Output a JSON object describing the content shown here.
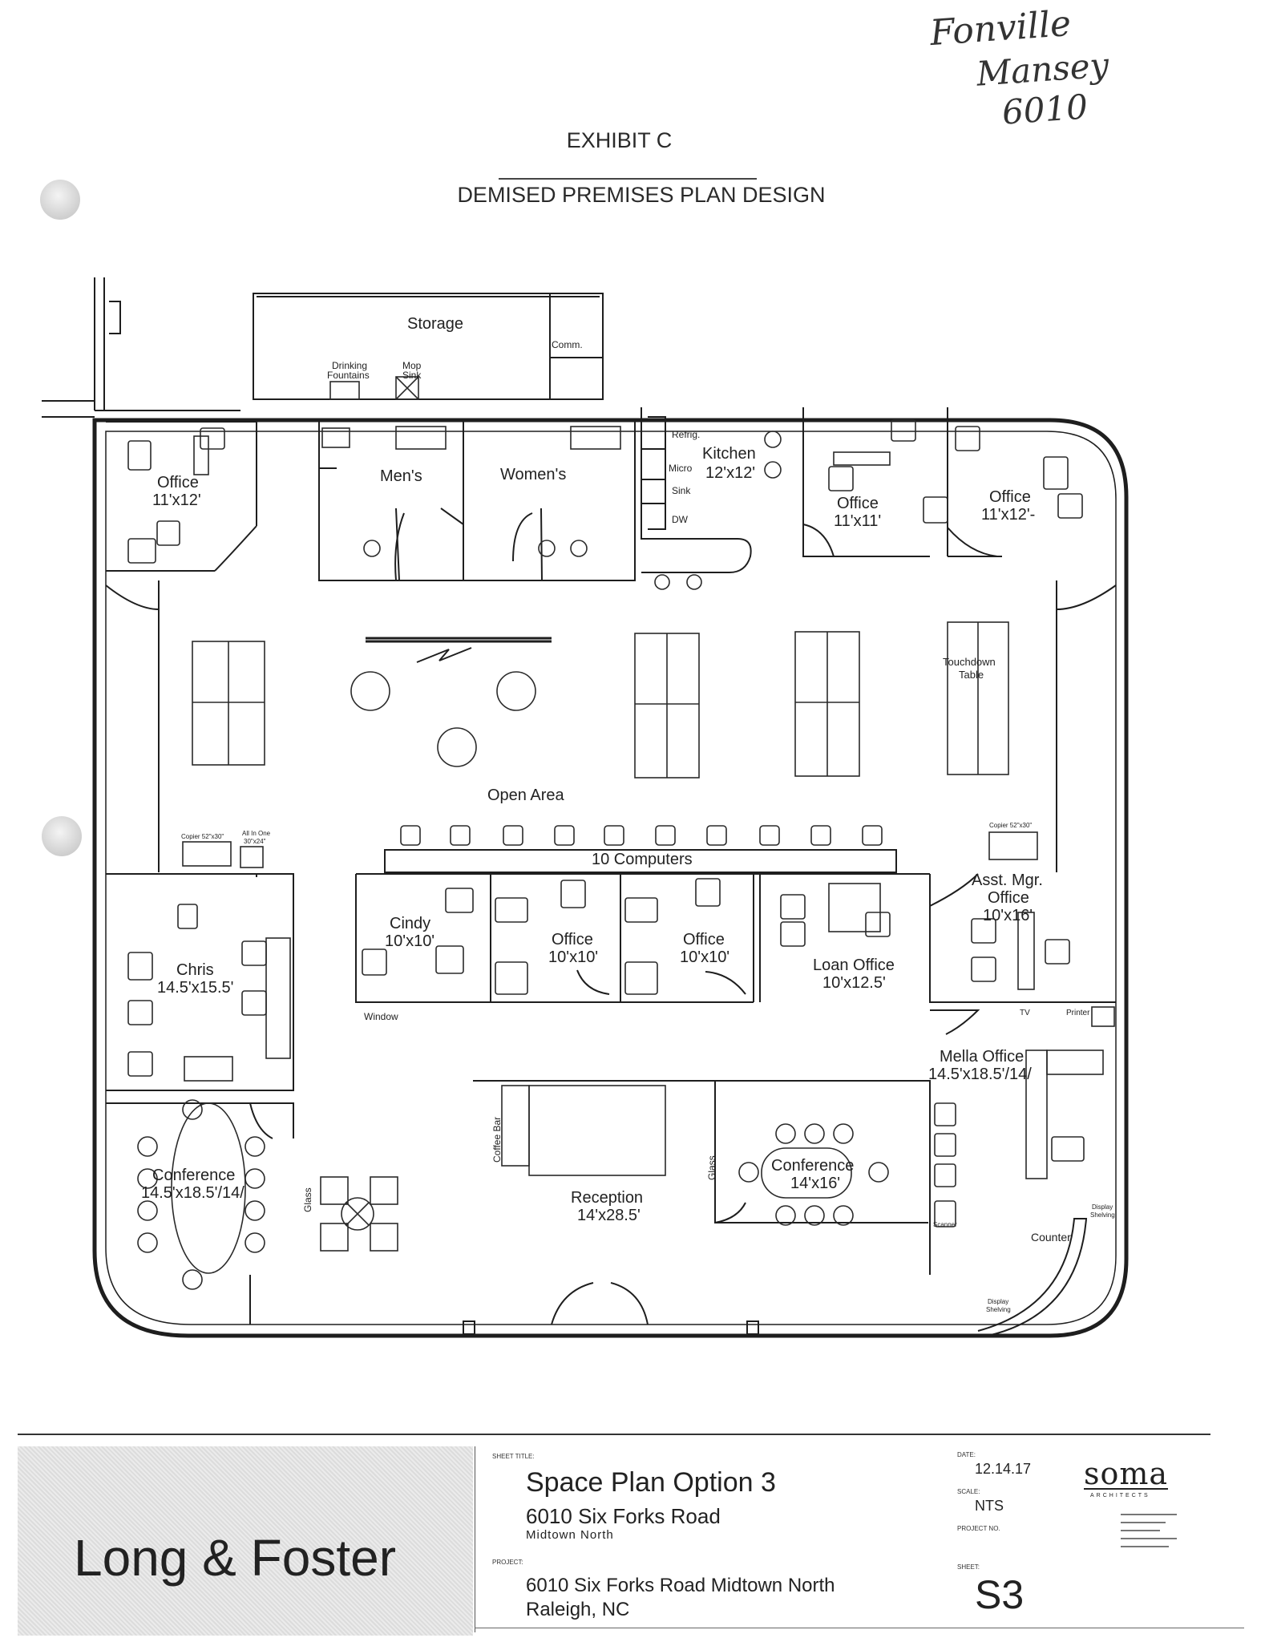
{
  "handwritten": {
    "line1": "Fonville",
    "line2": "Mansey",
    "line3": "6010"
  },
  "header": {
    "exhibit": "EXHIBIT C",
    "subtitle": "DEMISED PREMISES PLAN DESIGN"
  },
  "rooms": {
    "storage": "Storage",
    "comm": "Comm.",
    "fountains": [
      "Drinking",
      "Fountains"
    ],
    "mop_sink": [
      "Mop",
      "Sink"
    ],
    "mens": "Men's",
    "womens": "Women's",
    "refrig": "Refrig.",
    "micro": "Micro",
    "sink": "Sink",
    "dw": "DW",
    "kitchen": {
      "name": "Kitchen",
      "size": "12'x12'"
    },
    "office_nw": {
      "name": "Office",
      "size": "11'x12'"
    },
    "office_ne1": {
      "name": "Office",
      "size": "11'x11'"
    },
    "office_ne2": {
      "name": "Office",
      "size": "11'x12'-"
    },
    "touchdown": [
      "Touchdown",
      "Table"
    ],
    "open_area": "Open Area",
    "computers": "10 Computers",
    "copier_left": "Copier 52\"x30\"",
    "all_in_one": [
      "All In One",
      "30\"x24\""
    ],
    "copier_right": "Copier 52\"x30\"",
    "chris": {
      "name": "Chris",
      "size": "14.5'x15.5'"
    },
    "cindy": {
      "name": "Cindy",
      "size": "10'x10'"
    },
    "office_mid1": {
      "name": "Office",
      "size": "10'x10'"
    },
    "office_mid2": {
      "name": "Office",
      "size": "10'x10'"
    },
    "loan_office": {
      "name": "Loan Office",
      "size": "10'x12.5'"
    },
    "asst_mgr": {
      "line1": "Asst. Mgr.",
      "line2": "Office",
      "size": "10'x16'"
    },
    "window": "Window",
    "tv": "TV",
    "printer": "Printer",
    "mella": {
      "name": "Mella Office",
      "size": "14.5'x18.5'/14/"
    },
    "conference_left": {
      "name": "Conference",
      "size": "14.5'x18.5'/14/"
    },
    "glass_left": "Glass",
    "coffee_bar": "Coffee Bar",
    "reception": {
      "name": "Reception",
      "size": "14'x28.5'"
    },
    "glass_mid": "Glass",
    "conference_mid": {
      "name": "Conference",
      "size": "14'x16'"
    },
    "scanner": "Scanner",
    "display_shelving_right": [
      "Display",
      "Shelving"
    ],
    "counter": "Counter",
    "display_shelving_bottom": [
      "Display",
      "Shelving"
    ]
  },
  "title_block": {
    "client": "Long & Foster",
    "sheet_title_label": "SHEET TITLE:",
    "sheet_title": "Space Plan Option 3",
    "address": "6010 Six Forks Road",
    "area": "Midtown North",
    "project_label": "PROJECT:",
    "project_line1": "6010 Six Forks Road Midtown North",
    "project_line2": "Raleigh, NC",
    "date_label": "DATE:",
    "date": "12.14.17",
    "scale_label": "SCALE:",
    "scale": "NTS",
    "project_no_label": "PROJECT NO.",
    "sheet_label": "SHEET:",
    "sheet": "S3",
    "firm": "soma",
    "firm_sub": "ARCHITECTS"
  }
}
